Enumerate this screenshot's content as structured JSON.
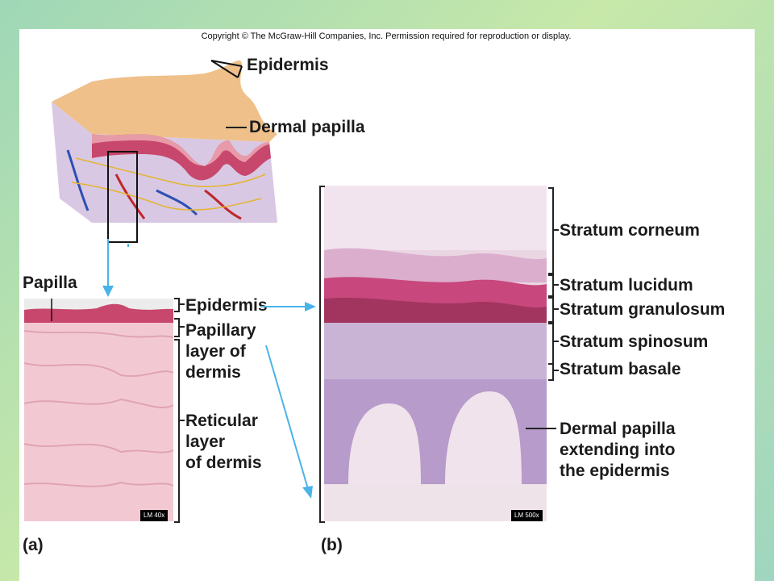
{
  "copyright": "Copyright © The McGraw-Hill Companies, Inc. Permission required for reproduction or display.",
  "illustration": {
    "labels": {
      "epidermis": "Epidermis",
      "dermal_papilla": "Dermal papilla"
    }
  },
  "panel_a": {
    "letter": "(a)",
    "scale": "LM 40x",
    "labels": {
      "papilla": "Papilla",
      "epidermis": "Epidermis",
      "papillary_1": "Papillary",
      "papillary_2": "layer of",
      "papillary_3": "dermis",
      "reticular_1": "Reticular",
      "reticular_2": "layer",
      "reticular_3": "of dermis"
    }
  },
  "panel_b": {
    "letter": "(b)",
    "scale": "LM 500x",
    "labels": {
      "corneum": "Stratum corneum",
      "lucidum": "Stratum lucidum",
      "granulosum": "Stratum granulosum",
      "spinosum": "Stratum spinosum",
      "basale": "Stratum basale",
      "papilla_1": "Dermal papilla",
      "papilla_2": "extending into",
      "papilla_3": "the epidermis"
    }
  },
  "colors": {
    "arrow": "#4ab3e8",
    "dermis_pink": "#f2c9d3",
    "epidermis_red": "#c8476d",
    "skin_surface": "#efc08a"
  }
}
